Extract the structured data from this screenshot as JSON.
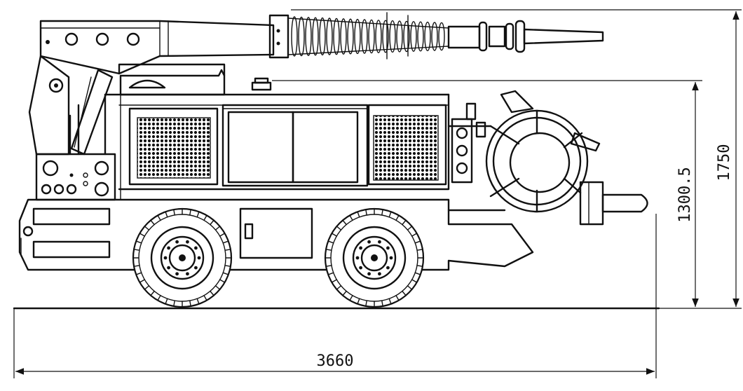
{
  "drawing": {
    "dimensions": {
      "overall_length": "3660",
      "boom_height": "1300.5",
      "overall_height": "1750"
    }
  }
}
